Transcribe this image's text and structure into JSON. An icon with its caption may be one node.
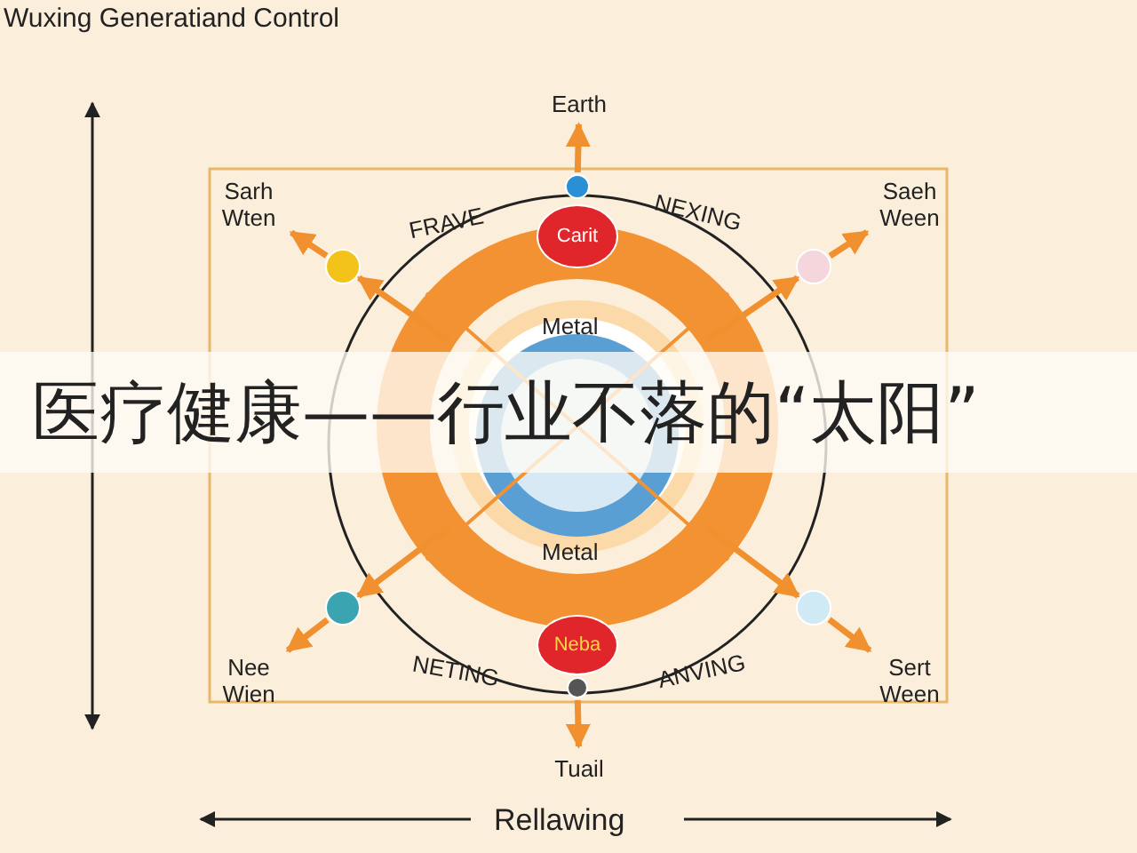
{
  "diagram": {
    "title": "Wuxing Generatiand Control",
    "caption": "医疗健康——行业不落的“太阳”",
    "nodes": [
      {
        "text": [
          "Earth"
        ]
      },
      {
        "text": [],
        "shape": "circle"
      },
      {
        "text": [
          "Carit"
        ]
      },
      {
        "text": [
          "Sarh Wten"
        ]
      },
      {
        "text": [],
        "shape": "circle"
      },
      {
        "text": [
          "Saeh Ween"
        ]
      },
      {
        "text": [],
        "shape": "circle"
      },
      {
        "text": [
          "Nee Wien"
        ]
      },
      {
        "text": [],
        "shape": "circle"
      },
      {
        "text": [
          "Sert Ween"
        ]
      },
      {
        "text": [],
        "shape": "circle"
      },
      {
        "text": [
          "Neba"
        ]
      },
      {
        "text": [],
        "shape": "circle"
      },
      {
        "text": [
          "Tuail"
        ]
      }
    ],
    "edges": [
      {
        "from": 1,
        "to": 0,
        "arrow": "to"
      },
      {
        "from": 4,
        "to": 3,
        "arrow": "to"
      },
      {
        "from": 6,
        "to": 5,
        "arrow": "to"
      },
      {
        "from": 8,
        "to": 7,
        "arrow": "to"
      },
      {
        "from": 10,
        "to": 9,
        "arrow": "to"
      },
      {
        "from": 12,
        "to": 13,
        "arrow": "to"
      },
      {
        "from": null,
        "to": 4,
        "arrow": "to"
      },
      {
        "from": null,
        "to": 6,
        "arrow": "to"
      },
      {
        "from": null,
        "to": 8,
        "arrow": "to"
      },
      {
        "from": null,
        "to": 10,
        "arrow": "to"
      }
    ],
    "labels": [
      "FRAVE",
      "NEXING",
      "Metal",
      "Metal",
      "NETING",
      "ANVING",
      "Rellawing"
    ]
  }
}
